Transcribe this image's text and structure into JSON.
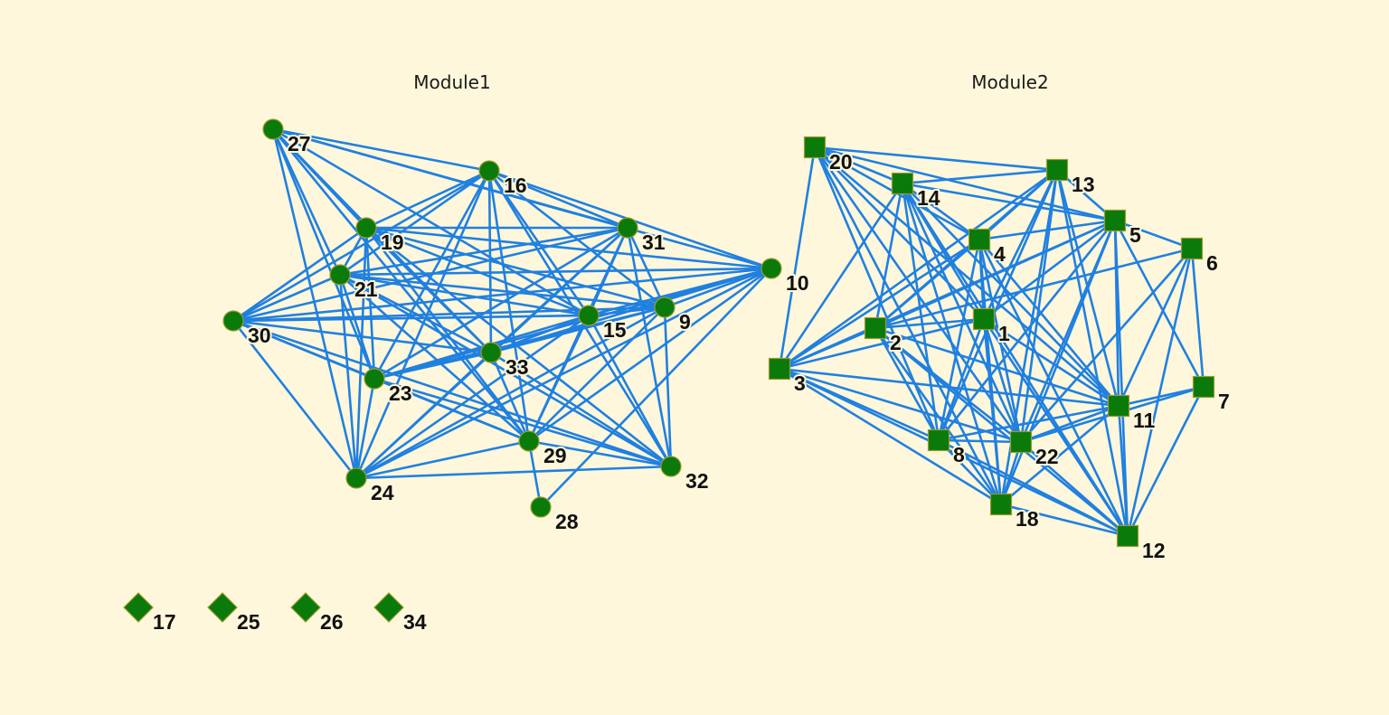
{
  "colors": {
    "background": "#fef7db",
    "edge": "#2080e0",
    "node_fill": "#0a7a0a",
    "node_outline": "#9a9a30",
    "label": "#111111"
  },
  "modules": [
    {
      "title": "Module1",
      "shape": "circle",
      "nodes": [
        "27",
        "16",
        "19",
        "31",
        "21",
        "10",
        "30",
        "9",
        "15",
        "33",
        "23",
        "29",
        "32",
        "24",
        "28"
      ],
      "edges": [
        [
          "27",
          "16"
        ],
        [
          "27",
          "31"
        ],
        [
          "27",
          "10"
        ],
        [
          "27",
          "19"
        ],
        [
          "27",
          "21"
        ],
        [
          "27",
          "23"
        ],
        [
          "27",
          "24"
        ],
        [
          "27",
          "15"
        ],
        [
          "27",
          "29"
        ],
        [
          "27",
          "33"
        ],
        [
          "16",
          "19"
        ],
        [
          "16",
          "21"
        ],
        [
          "16",
          "30"
        ],
        [
          "16",
          "31"
        ],
        [
          "16",
          "10"
        ],
        [
          "16",
          "15"
        ],
        [
          "16",
          "9"
        ],
        [
          "16",
          "33"
        ],
        [
          "16",
          "23"
        ],
        [
          "16",
          "24"
        ],
        [
          "16",
          "29"
        ],
        [
          "16",
          "32"
        ],
        [
          "19",
          "31"
        ],
        [
          "19",
          "10"
        ],
        [
          "19",
          "15"
        ],
        [
          "19",
          "9"
        ],
        [
          "19",
          "33"
        ],
        [
          "19",
          "23"
        ],
        [
          "19",
          "24"
        ],
        [
          "19",
          "29"
        ],
        [
          "19",
          "32"
        ],
        [
          "19",
          "30"
        ],
        [
          "19",
          "21"
        ],
        [
          "31",
          "21"
        ],
        [
          "31",
          "30"
        ],
        [
          "31",
          "15"
        ],
        [
          "31",
          "9"
        ],
        [
          "31",
          "33"
        ],
        [
          "31",
          "23"
        ],
        [
          "31",
          "24"
        ],
        [
          "31",
          "29"
        ],
        [
          "31",
          "32"
        ],
        [
          "21",
          "10"
        ],
        [
          "21",
          "15"
        ],
        [
          "21",
          "9"
        ],
        [
          "21",
          "33"
        ],
        [
          "21",
          "23"
        ],
        [
          "21",
          "24"
        ],
        [
          "21",
          "29"
        ],
        [
          "21",
          "32"
        ],
        [
          "21",
          "30"
        ],
        [
          "10",
          "30"
        ],
        [
          "10",
          "15"
        ],
        [
          "10",
          "9"
        ],
        [
          "10",
          "33"
        ],
        [
          "10",
          "23"
        ],
        [
          "10",
          "24"
        ],
        [
          "10",
          "29"
        ],
        [
          "10",
          "28"
        ],
        [
          "30",
          "15"
        ],
        [
          "30",
          "9"
        ],
        [
          "30",
          "23"
        ],
        [
          "30",
          "24"
        ],
        [
          "30",
          "33"
        ],
        [
          "30",
          "32"
        ],
        [
          "30",
          "29"
        ],
        [
          "15",
          "33"
        ],
        [
          "15",
          "23"
        ],
        [
          "15",
          "24"
        ],
        [
          "15",
          "29"
        ],
        [
          "15",
          "32"
        ],
        [
          "15",
          "9"
        ],
        [
          "9",
          "23"
        ],
        [
          "9",
          "24"
        ],
        [
          "9",
          "33"
        ],
        [
          "9",
          "29"
        ],
        [
          "9",
          "32"
        ],
        [
          "33",
          "23"
        ],
        [
          "33",
          "24"
        ],
        [
          "33",
          "29"
        ],
        [
          "33",
          "32"
        ],
        [
          "23",
          "24"
        ],
        [
          "23",
          "29"
        ],
        [
          "23",
          "32"
        ],
        [
          "24",
          "29"
        ],
        [
          "24",
          "32"
        ],
        [
          "29",
          "28"
        ],
        [
          "29",
          "32"
        ]
      ]
    },
    {
      "title": "Module2",
      "shape": "square",
      "nodes": [
        "20",
        "14",
        "13",
        "4",
        "5",
        "6",
        "2",
        "1",
        "3",
        "7",
        "11",
        "8",
        "22",
        "18",
        "12"
      ],
      "edges": [
        [
          "20",
          "3"
        ],
        [
          "20",
          "13"
        ],
        [
          "20",
          "5"
        ],
        [
          "20",
          "14"
        ],
        [
          "20",
          "8"
        ],
        [
          "20",
          "22"
        ],
        [
          "20",
          "18"
        ],
        [
          "20",
          "1"
        ],
        [
          "20",
          "11"
        ],
        [
          "20",
          "4"
        ],
        [
          "14",
          "13"
        ],
        [
          "14",
          "5"
        ],
        [
          "14",
          "4"
        ],
        [
          "14",
          "1"
        ],
        [
          "14",
          "2"
        ],
        [
          "14",
          "3"
        ],
        [
          "14",
          "8"
        ],
        [
          "14",
          "22"
        ],
        [
          "14",
          "18"
        ],
        [
          "14",
          "11"
        ],
        [
          "14",
          "12"
        ],
        [
          "13",
          "5"
        ],
        [
          "13",
          "4"
        ],
        [
          "13",
          "1"
        ],
        [
          "13",
          "2"
        ],
        [
          "13",
          "3"
        ],
        [
          "13",
          "8"
        ],
        [
          "13",
          "22"
        ],
        [
          "13",
          "18"
        ],
        [
          "13",
          "11"
        ],
        [
          "13",
          "12"
        ],
        [
          "4",
          "5"
        ],
        [
          "4",
          "2"
        ],
        [
          "4",
          "3"
        ],
        [
          "4",
          "1"
        ],
        [
          "4",
          "8"
        ],
        [
          "4",
          "22"
        ],
        [
          "4",
          "18"
        ],
        [
          "4",
          "11"
        ],
        [
          "4",
          "12"
        ],
        [
          "5",
          "6"
        ],
        [
          "5",
          "2"
        ],
        [
          "5",
          "3"
        ],
        [
          "5",
          "1"
        ],
        [
          "5",
          "8"
        ],
        [
          "5",
          "22"
        ],
        [
          "5",
          "18"
        ],
        [
          "5",
          "11"
        ],
        [
          "5",
          "12"
        ],
        [
          "5",
          "7"
        ],
        [
          "6",
          "2"
        ],
        [
          "6",
          "22"
        ],
        [
          "6",
          "11"
        ],
        [
          "6",
          "12"
        ],
        [
          "6",
          "7"
        ],
        [
          "2",
          "1"
        ],
        [
          "2",
          "3"
        ],
        [
          "2",
          "8"
        ],
        [
          "2",
          "22"
        ],
        [
          "2",
          "18"
        ],
        [
          "2",
          "11"
        ],
        [
          "2",
          "12"
        ],
        [
          "1",
          "3"
        ],
        [
          "1",
          "8"
        ],
        [
          "1",
          "22"
        ],
        [
          "1",
          "18"
        ],
        [
          "1",
          "11"
        ],
        [
          "1",
          "12"
        ],
        [
          "3",
          "22"
        ],
        [
          "3",
          "18"
        ],
        [
          "3",
          "11"
        ],
        [
          "3",
          "8"
        ],
        [
          "3",
          "12"
        ],
        [
          "7",
          "11"
        ],
        [
          "7",
          "12"
        ],
        [
          "7",
          "22"
        ],
        [
          "11",
          "22"
        ],
        [
          "11",
          "8"
        ],
        [
          "11",
          "18"
        ],
        [
          "11",
          "12"
        ],
        [
          "8",
          "22"
        ],
        [
          "8",
          "18"
        ],
        [
          "8",
          "12"
        ],
        [
          "22",
          "18"
        ],
        [
          "22",
          "12"
        ],
        [
          "18",
          "12"
        ]
      ]
    }
  ],
  "isolated": {
    "shape": "diamond",
    "nodes": [
      "17",
      "25",
      "26",
      "34"
    ]
  }
}
